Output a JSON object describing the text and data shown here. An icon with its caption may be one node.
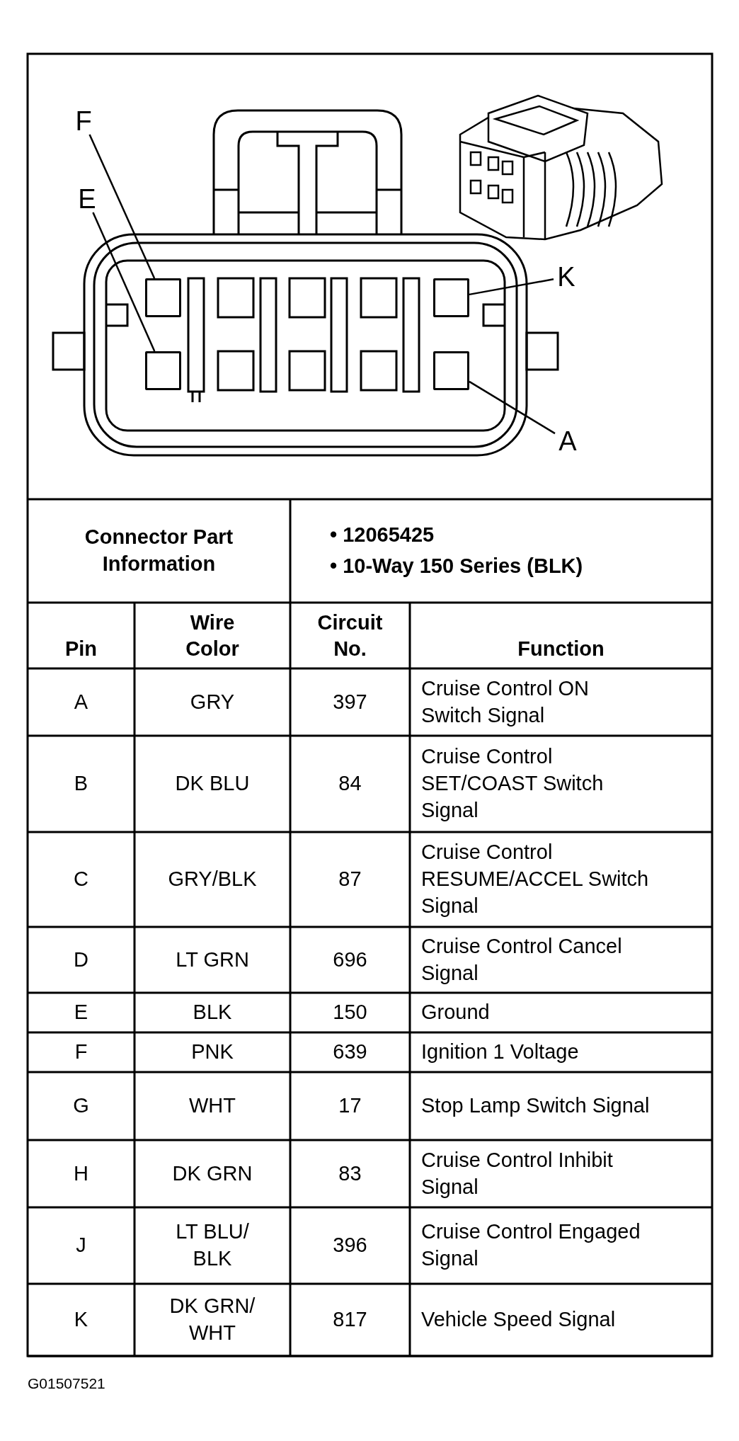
{
  "diagram": {
    "nodes": [
      {
        "text": [
          "F"
        ]
      },
      {
        "text": [
          "E"
        ]
      },
      {
        "text": [
          "K"
        ]
      },
      {
        "text": [
          "A"
        ]
      },
      {
        "text": [],
        "shape": "box"
      },
      {
        "text": [],
        "shape": "box"
      },
      {
        "text": [],
        "shape": "box"
      },
      {
        "text": [],
        "shape": "box"
      }
    ],
    "edges": [
      {
        "from": 0,
        "to": 4,
        "arrow": "none"
      },
      {
        "from": 1,
        "to": 5,
        "arrow": "none"
      },
      {
        "from": 2,
        "to": 6,
        "arrow": "none"
      },
      {
        "from": 3,
        "to": 7,
        "arrow": "none"
      }
    ],
    "labels": [
      "Connector Part Information",
      "• 12065425",
      "• 10-Way 150 Series (BLK)",
      "Pin",
      "Wire Color",
      "Circuit No.",
      "Function",
      "A",
      "GRY",
      "397",
      "Cruise Control ON Switch Signal",
      "B",
      "DK BLU",
      "84",
      "Cruise Control SET/COAST Switch Signal",
      "C",
      "GRY/BLK",
      "87",
      "Cruise Control RESUME/ACCEL Switch Signal",
      "D",
      "LT GRN",
      "696",
      "Cruise Control Cancel Signal",
      "E",
      "BLK",
      "150",
      "Ground",
      "F",
      "PNK",
      "639",
      "Ignition 1 Voltage",
      "G",
      "WHT",
      "17",
      "Stop Lamp Switch Signal",
      "H",
      "DK GRN",
      "83",
      "Cruise Control Inhibit Signal",
      "J",
      "LT BLU/ BLK",
      "396",
      "Cruise Control Engaged Signal",
      "K",
      "DK GRN/ WHT",
      "817",
      "Vehicle Speed Signal",
      "G01507521"
    ]
  }
}
